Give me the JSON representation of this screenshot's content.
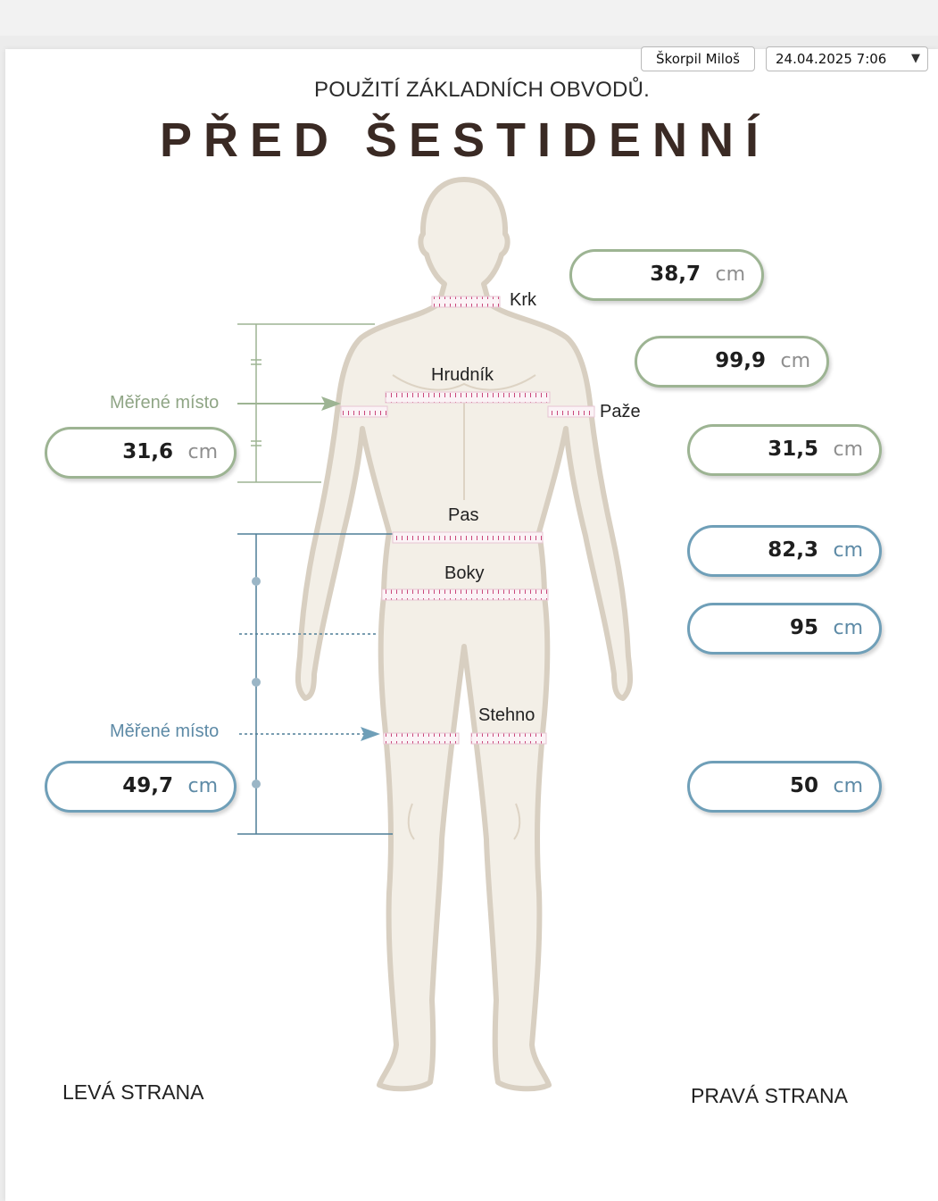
{
  "header": {
    "person": "Škorpil Miloš",
    "date": "24.04.2025 7:06",
    "subtitle": "POUŽITÍ ZÁKLADNÍCH OBVODŮ.",
    "title": "PŘED ŠESTIDENNÍ"
  },
  "labels": {
    "neck": "Krk",
    "chest": "Hrudník",
    "arm": "Paže",
    "waist": "Pas",
    "hips": "Boky",
    "thigh": "Stehno",
    "measured_upper": "Měřené místo",
    "measured_lower": "Měřené místo",
    "left_side": "LEVÁ STRANA",
    "right_side": "PRAVÁ STRANA"
  },
  "measurements": {
    "unit": "cm",
    "neck": "38,7",
    "chest": "99,9",
    "arm_left": "31,6",
    "arm_right": "31,5",
    "waist": "82,3",
    "hips": "95",
    "thigh_left": "49,7",
    "thigh_right": "50"
  },
  "colors": {
    "green_accent": "#9db493",
    "blue_accent": "#6f9fb8",
    "title": "#3a2a24",
    "body_fill": "#f3efe7",
    "body_stroke": "#d8cfc1",
    "tape": "#c9467a"
  }
}
